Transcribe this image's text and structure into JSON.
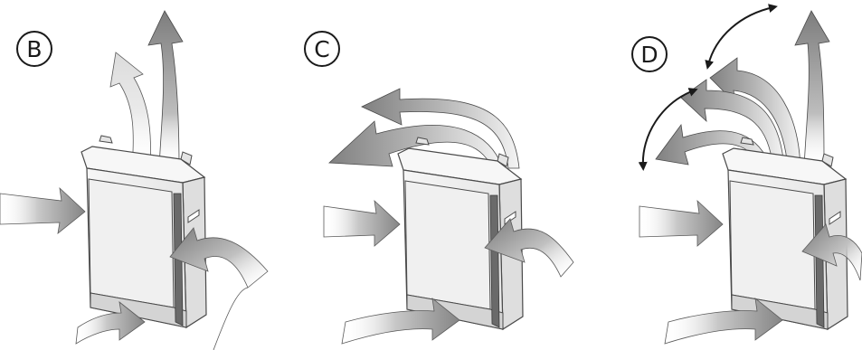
{
  "panels": [
    {
      "id": "panel-b",
      "label": "B",
      "airflow": "vertical"
    },
    {
      "id": "panel-c",
      "label": "C",
      "airflow": "horizontal"
    },
    {
      "id": "panel-d",
      "label": "D",
      "airflow": "swing"
    }
  ],
  "colors": {
    "outline": "#4a4a4a",
    "device_body": "#f2f2f2",
    "device_side": "#dcdcdc",
    "front_panel": "#eeeeee",
    "arrow_dark": "#8f8f8f",
    "arrow_light": "#e6e6e6",
    "swing_arrow": "#1a1a1a"
  },
  "icons": [
    "air-purifier-device",
    "airflow-arrow",
    "double-headed-curved-arrow"
  ]
}
